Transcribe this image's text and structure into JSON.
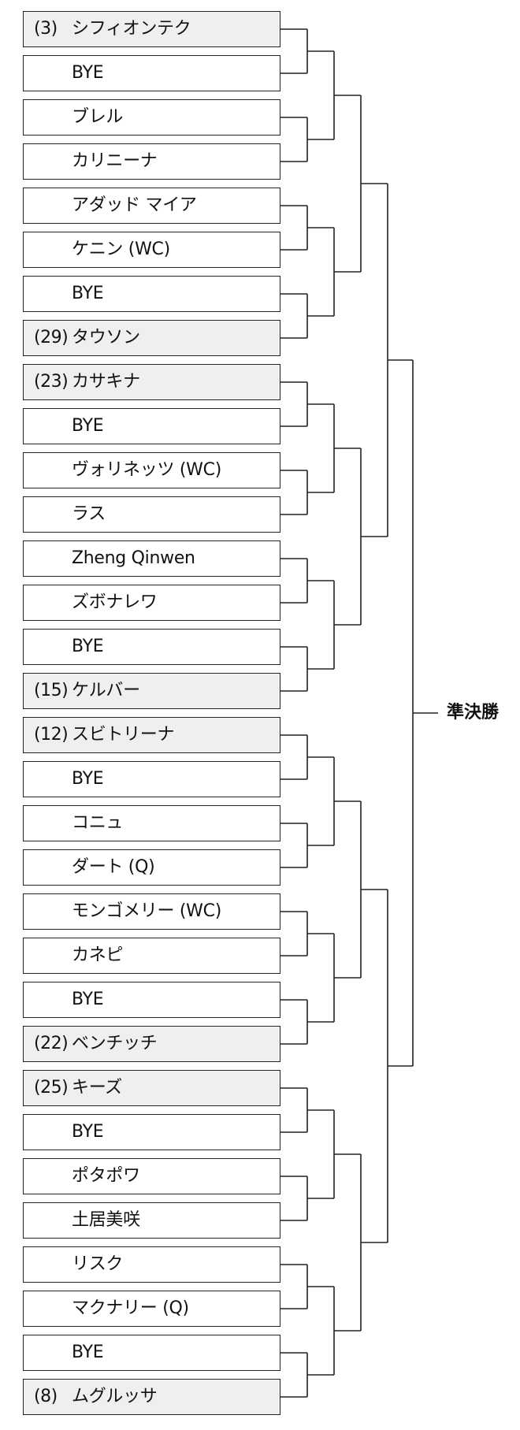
{
  "bracket": {
    "players": [
      {
        "seed": "(3)",
        "name": "シフィオンテク"
      },
      {
        "seed": "",
        "name": "BYE"
      },
      {
        "seed": "",
        "name": "ブレル"
      },
      {
        "seed": "",
        "name": "カリニーナ"
      },
      {
        "seed": "",
        "name": "アダッド マイア"
      },
      {
        "seed": "",
        "name": "ケニン (WC)"
      },
      {
        "seed": "",
        "name": "BYE"
      },
      {
        "seed": "(29)",
        "name": "タウソン"
      },
      {
        "seed": "(23)",
        "name": "カサキナ"
      },
      {
        "seed": "",
        "name": "BYE"
      },
      {
        "seed": "",
        "name": "ヴォリネッツ (WC)"
      },
      {
        "seed": "",
        "name": "ラス"
      },
      {
        "seed": "",
        "name": "Zheng Qinwen"
      },
      {
        "seed": "",
        "name": "ズボナレワ"
      },
      {
        "seed": "",
        "name": "BYE"
      },
      {
        "seed": "(15)",
        "name": "ケルバー"
      },
      {
        "seed": "(12)",
        "name": "スビトリーナ"
      },
      {
        "seed": "",
        "name": "BYE"
      },
      {
        "seed": "",
        "name": "コニュ"
      },
      {
        "seed": "",
        "name": "ダート (Q)"
      },
      {
        "seed": "",
        "name": "モンゴメリー (WC)"
      },
      {
        "seed": "",
        "name": "カネピ"
      },
      {
        "seed": "",
        "name": "BYE"
      },
      {
        "seed": "(22)",
        "name": "ベンチッチ"
      },
      {
        "seed": "(25)",
        "name": "キーズ"
      },
      {
        "seed": "",
        "name": "BYE"
      },
      {
        "seed": "",
        "name": "ポタポワ"
      },
      {
        "seed": "",
        "name": "土居美咲"
      },
      {
        "seed": "",
        "name": "リスク"
      },
      {
        "seed": "",
        "name": "マクナリー (Q)"
      },
      {
        "seed": "",
        "name": "BYE"
      },
      {
        "seed": "(8)",
        "name": "ムグルッサ"
      }
    ],
    "final_label": "準決勝"
  }
}
